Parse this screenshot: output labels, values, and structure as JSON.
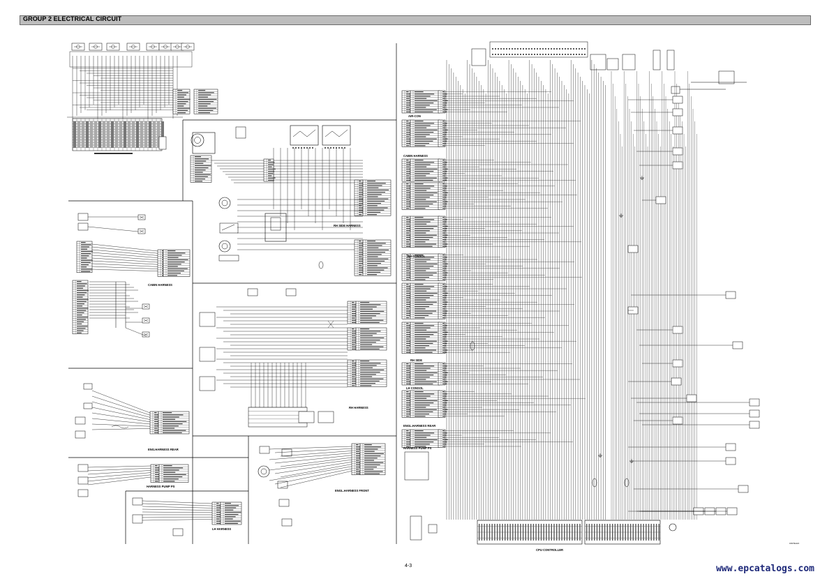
{
  "header": {
    "title": "GROUP  2  ELECTRICAL CIRCUIT"
  },
  "section_labels": {
    "cabin_harness_left": "CABIN HARNESS",
    "rh_side_harness": "RH SIDE HARNESS",
    "rh_harness": "RH HARNESS",
    "engl_harness_rear": "ENG.HARNESS REAR",
    "harness_pump_ps": "HARNESS PUMP PS",
    "lh_harness": "LH HARNESS",
    "engl_harness_front": "ENGL.HARNESS FRONT",
    "air_con": "AIR-CON",
    "cabin_harness_right": "CABIN HARNESS",
    "rh_consol": "RH CONSOL",
    "rh_side": "RH SIDE",
    "lh_consol": "LH CONSOL",
    "engl_harness_rear_right": "ENGL.HARNESS REAR",
    "harness_pump_ps_right": "HARNESS PUMP PS",
    "cpu_controller": "CPU CONTROLLER"
  },
  "footer": {
    "page_number": "4-3",
    "watermark": "www.epcatalogs.com",
    "doc_code": "1607ELE3"
  }
}
